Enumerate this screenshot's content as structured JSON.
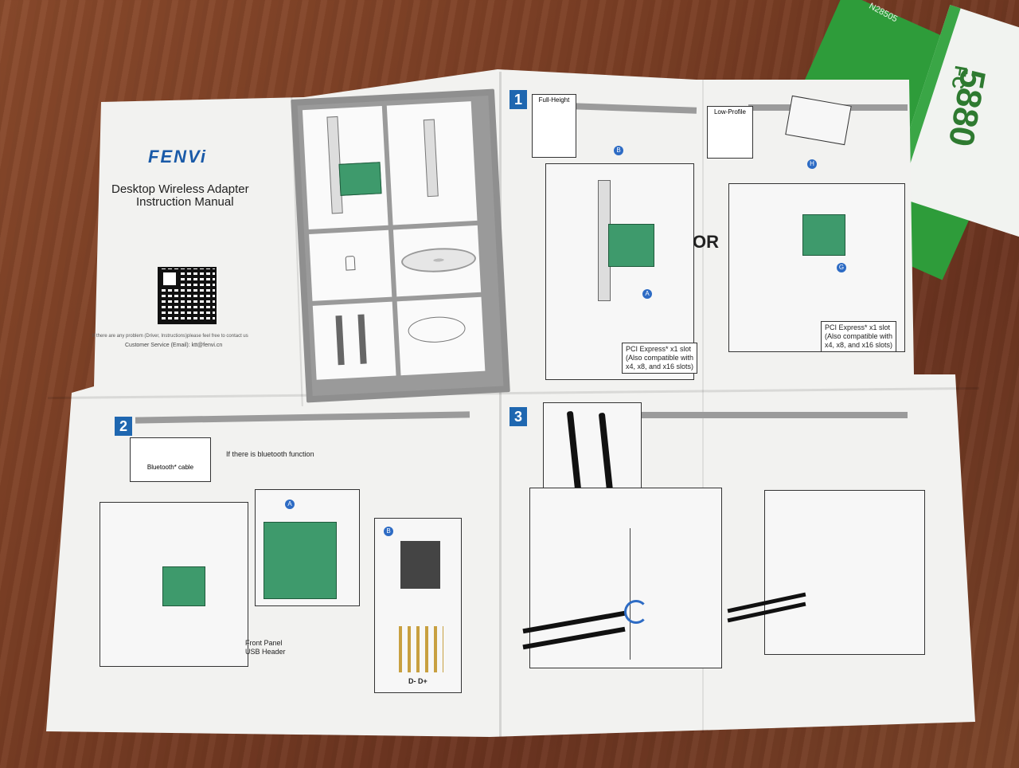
{
  "manual": {
    "brand": "FENVi",
    "title_line1": "Desktop Wireless Adapter",
    "title_line2": "Instruction Manual",
    "support_note": "If there are any problem (Driver, Instructions)please feel free to contact us",
    "customer_service": "Customer Service (Email): ktt@fenvi.cn"
  },
  "step1": {
    "number": "1",
    "full_height": "Full-Height",
    "low_profile": "Low-Profile",
    "or": "OR",
    "badge_a": "A",
    "badge_b": "B",
    "badge_g": "G",
    "badge_h": "H",
    "slot_label_line1": "PCI Express* x1 slot",
    "slot_label_line2": "(Also compatible with",
    "slot_label_line3": "x4, x8, and x16 slots)"
  },
  "step2": {
    "number": "2",
    "bt_cable": "Bluetooth* cable",
    "bt_note": "If there is bluetooth function",
    "front_panel_line1": "Front Panel",
    "front_panel_line2": "USB Header",
    "pins": "D- D+",
    "badge_a": "A",
    "badge_b": "B"
  },
  "step3": {
    "number": "3"
  },
  "box": {
    "model_text": "5880",
    "fcc": "FC",
    "small_text": "N28505"
  },
  "colors": {
    "section_blue": "#1f67b0",
    "brand_blue": "#1a5aa8",
    "board_green": "#3e9a6c",
    "box_green": "#2e9c3a"
  }
}
